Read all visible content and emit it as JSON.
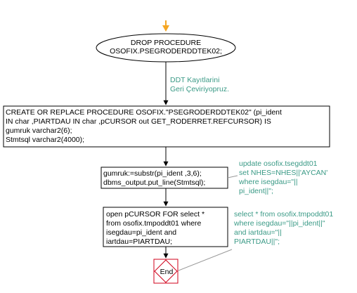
{
  "start_node": {
    "lines": [
      "DROP PROCEDURE",
      "OSOFIX.PSEGRODERDDTEK02;"
    ]
  },
  "comment_1": {
    "lines": [
      "DDT Kayıtlarini",
      "Geri Çeviriyopruz."
    ]
  },
  "create_box": {
    "lines": [
      "CREATE OR REPLACE PROCEDURE OSOFIX.\"PSEGRODERDDTEK02\" (pi_ident",
      "IN char ,PIARTDAU IN char ,pCURSOR out GET_RODERRET.REFCURSOR) IS",
      "gumruk varchar2(6);",
      "Stmtsql varchar2(4000);"
    ]
  },
  "assign_box": {
    "lines": [
      "gumruk:=substr(pi_ident ,3,6);",
      "dbms_output.put_line(Stmtsql);"
    ]
  },
  "comment_2": {
    "lines": [
      "update osofix.tsegddt01",
      "set NHES=NHES||'AYCAN'",
      "where isegdau=\"||",
      "pi_ident||\";"
    ]
  },
  "cursor_box": {
    "lines": [
      "open pCURSOR FOR select *",
      "from osofix.tmpoddt01 where",
      "isegdau=pi_ident and",
      "iartdau=PIARTDAU;"
    ]
  },
  "comment_3": {
    "lines": [
      "select * from osofix.tmpoddt01",
      "where isegdau=\"||pi_ident||\"",
      "and iartdau=\"||",
      "PIARTDAU||\";"
    ]
  },
  "end_node": {
    "label": "End"
  },
  "colors": {
    "start_arrow": "#f5a623",
    "comment": "#3a9a86",
    "end_border": "#d0021b",
    "line": "#000000"
  }
}
